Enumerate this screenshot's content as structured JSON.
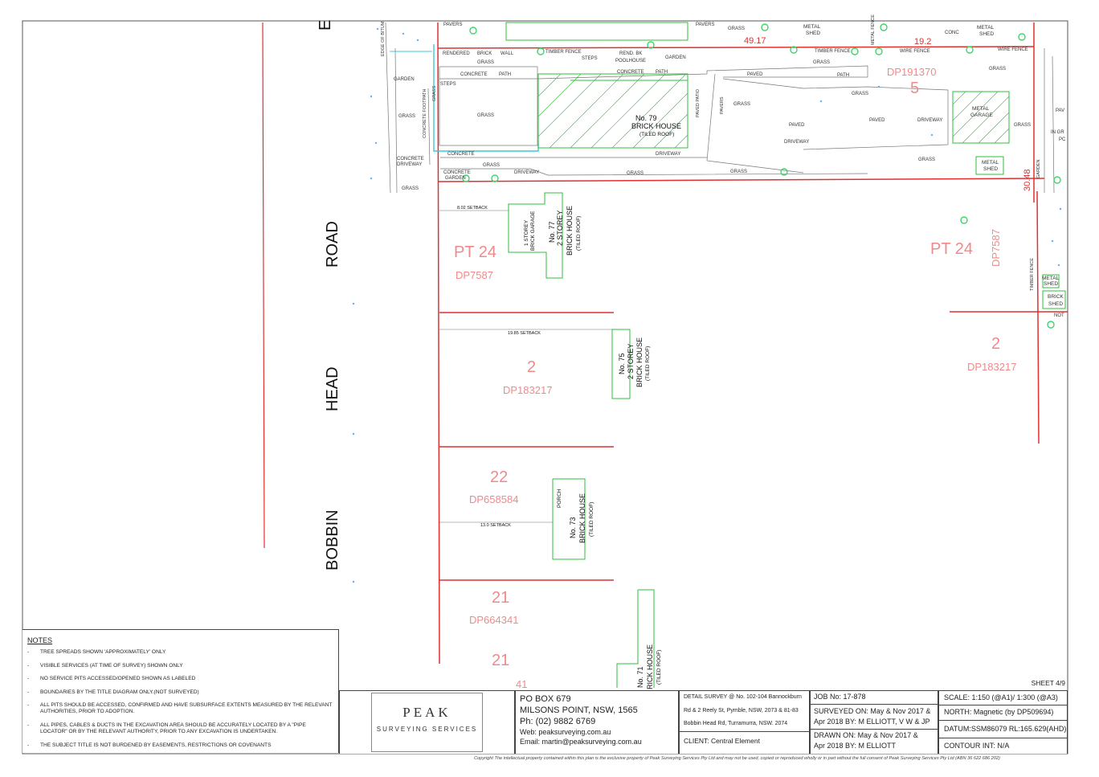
{
  "roads": {
    "word1": "ROAD",
    "word2": "HEAD",
    "word3": "BOBBIN",
    "top_fragment": "E"
  },
  "lots": [
    {
      "lot": "PT 24",
      "plan": "DP7587"
    },
    {
      "lot": "2",
      "plan": "DP183217"
    },
    {
      "lot": "22",
      "plan": "DP658584"
    },
    {
      "lot": "21",
      "plan": "DP664341"
    },
    {
      "lot": "21",
      "plan": ""
    },
    {
      "lot": "41",
      "plan": ""
    },
    {
      "lot": "5",
      "plan": "DP191370"
    },
    {
      "lot": "PT 24",
      "plan": "DP7587"
    },
    {
      "lot": "2",
      "plan": "DP183217"
    }
  ],
  "dimensions": {
    "d1": "49.17",
    "d2": "19.2",
    "d3": "30.48"
  },
  "houses": {
    "h79": {
      "no": "No. 79",
      "type": "BRICK HOUSE",
      "roof": "(TILED ROOF)"
    },
    "h77": {
      "no": "No. 77",
      "type": "2 STOREY",
      "type2": "BRICK HOUSE",
      "roof": "(TILED ROOF)",
      "garage1": "1 STOREY",
      "garage2": "BRICK GARAGE",
      "setback": "8.02 SETBACK"
    },
    "h75": {
      "no": "No. 75",
      "type": "2 STOREY",
      "type2": "BRICK HOUSE",
      "roof": "(TILED ROOF)",
      "setback": "19.85 SETBACK"
    },
    "h73": {
      "no": "No. 73",
      "type": "BRICK HOUSE",
      "roof": "(TILED ROOF)",
      "porch": "PORCH",
      "setback": "13.0 SETBACK"
    },
    "h71": {
      "no": "No. 71",
      "type": "RICK HOUSE",
      "roof": "(TILED ROOF)"
    }
  },
  "site_labels": {
    "pavers": "PAVERS",
    "grass": "GRASS",
    "garden": "GARDEN",
    "rendered": "RENDERED",
    "brick": "BRICK",
    "wall": "WALL",
    "timber_fence": "TIMBER FENCE",
    "steps": "STEPS",
    "rend_bk": "REND. BK",
    "poolhouse": "POOLHOUSE",
    "concrete": "CONCRETE",
    "path": "PATH",
    "paved": "PAVED",
    "paved_patio": "PAVED PATIO",
    "driveway": "DRIVEWAY",
    "metal": "METAL",
    "shed": "SHED",
    "metal_garage1": "METAL",
    "metal_garage2": "GARAGE",
    "wire_fence": "WIRE FENCE",
    "conc": "CONC",
    "concrete_driveway1": "CONCRETE",
    "concrete_driveway2": "DRIVEWAY",
    "concrete_footpath": "CONCRETE FOOTPATH",
    "edge_of_bitumen": "EDGE OF BITUM",
    "brick_shed1": "BRICK",
    "brick_shed2": "SHED",
    "not": "NOT",
    "in_gr": "IN GR",
    "pc": "PC",
    "pav": "PAV",
    "metal_fence": "METAL FENCE",
    "grass_v": "GRASS",
    "timber_fence_v": "TIMBER FENCE",
    "garden_v": "GARDEN"
  },
  "notes": {
    "heading": "NOTES",
    "items": [
      "TREE SPREADS SHOWN 'APPROXIMATELY' ONLY",
      "VISIBLE SERVICES (AT TIME OF SURVEY) SHOWN ONLY",
      "NO SERVICE PITS ACCESSED/OPENED SHOWN AS LABELED",
      "BOUNDARIES  BY THE TITLE DIAGRAM ONLY.(NOT SURVEYED)",
      "ALL PITS SHOULD BE ACCESSED, CONFIRMED AND HAVE SUBSURFACE EXTENTS MEASURED BY THE RELEVANT AUTHORITIES, PRIOR TO ADOPTION.",
      "ALL PIPES, CABLES & DUCTS IN THE EXCAVATION AREA SHOULD BE ACCURATELY LOCATED BY A \"PIPE LOCATOR\" OR BY THE RELEVANT AUTHORITY, PRIOR TO ANY EXCAVATION IS UNDERTAKEN.",
      "THE SUBJECT TITLE IS NOT BURDENED BY EASEMENTS, RESTRICTIONS OR COVENANTS"
    ]
  },
  "sheet": "SHEET 4/9",
  "logo": {
    "brand": "PEAK",
    "sub": "SURVEYING    SERVICES"
  },
  "contact": {
    "po_box": "PO BOX 679",
    "suburb": "MILSONS POINT, NSW, 1565",
    "phone": "Ph:  (02) 9882 6769",
    "web": "Web:  peaksurveying.com.au",
    "email": "Email: martin@peaksurveying.com.au"
  },
  "survey": {
    "line1": "DETAIL SURVEY @ No. 102-104 Bannockburn",
    "line2": "Rd & 2 Reely St, Pymble, NSW, 2073 & 81-83",
    "line3": "Bobbin Head Rd, Turramurra, NSW. 2074",
    "client": "CLIENT: Central Element"
  },
  "job": {
    "job_no": "JOB No: 17-878",
    "surveyed1": "SURVEYED ON: May & Nov 2017 &",
    "surveyed2": "Apr 2018 BY: M ELLIOTT, V W & JP",
    "drawn1": "DRAWN ON: May & Nov 2017 &",
    "drawn2": "Apr 2018 BY: M ELLIOTT"
  },
  "scale": {
    "scale": "SCALE: 1:150 (@A1)/ 1:300 (@A3)",
    "north": "NORTH: Magnetic (by DP509694)",
    "datum": "DATUM:SSM86079 RL:165.629(AHD)",
    "contour": "CONTOUR INT: N/A"
  },
  "copyright": "Copyright  The intellectual property contained within this plan is the exclusive property of Peak Surveying Services Pty Ltd and may not be used, copied or reproduced wholly or in part without the full consent of Peak Surveying Services Pty Ltd (ABN 36 622 686 202)",
  "colors": {
    "boundary": "#e03030",
    "lot_text": "#f08a8a",
    "house": "#2fbf3a",
    "survey_blue": "#6fa8ff",
    "cyan": "#3cc8d8",
    "line": "#666666"
  }
}
